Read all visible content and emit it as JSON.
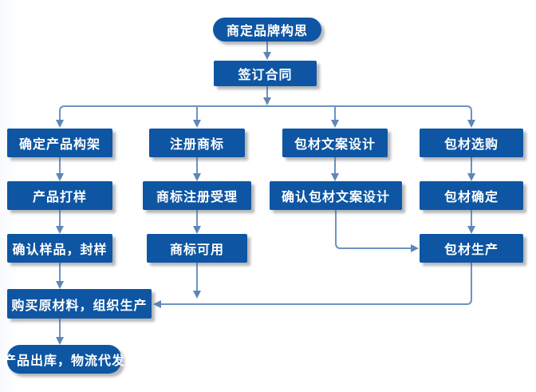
{
  "diagram": {
    "background_color": "#ffffff",
    "node_fill_color": "#0e56a3",
    "node_text_color": "#ffffff",
    "connector_color": "#6d92c2",
    "arrowhead_color": "#5e86b8",
    "nodes": [
      {
        "id": "brand-concept",
        "label": "商定品牌构思",
        "shape": "rounded"
      },
      {
        "id": "sign-contract",
        "label": "签订合同",
        "shape": "rect"
      },
      {
        "id": "product-framework",
        "label": "确定产品构架",
        "shape": "rect"
      },
      {
        "id": "register-trademark",
        "label": "注册商标",
        "shape": "rect"
      },
      {
        "id": "packaging-copy-design",
        "label": "包材文案设计",
        "shape": "rect"
      },
      {
        "id": "packaging-purchase",
        "label": "包材选购",
        "shape": "rect"
      },
      {
        "id": "product-sample",
        "label": "产品打样",
        "shape": "rect"
      },
      {
        "id": "trademark-acceptance",
        "label": "商标注册受理",
        "shape": "rect"
      },
      {
        "id": "confirm-packaging-copy",
        "label": "确认包材文案设计",
        "shape": "rect"
      },
      {
        "id": "packaging-confirm",
        "label": "包材确定",
        "shape": "rect"
      },
      {
        "id": "confirm-sample",
        "label": "确认样品，封样",
        "shape": "rect"
      },
      {
        "id": "trademark-available",
        "label": "商标可用",
        "shape": "rect"
      },
      {
        "id": "packaging-production",
        "label": "包材生产",
        "shape": "rect"
      },
      {
        "id": "purchase-materials",
        "label": "购买原材料，组织生产",
        "shape": "rect"
      },
      {
        "id": "product-shipment",
        "label": "产品出库，物流代发",
        "shape": "rounded"
      }
    ],
    "edges": [
      {
        "from": "brand-concept",
        "to": "sign-contract"
      },
      {
        "from": "sign-contract",
        "to": "product-framework"
      },
      {
        "from": "sign-contract",
        "to": "register-trademark"
      },
      {
        "from": "sign-contract",
        "to": "packaging-copy-design"
      },
      {
        "from": "sign-contract",
        "to": "packaging-purchase"
      },
      {
        "from": "product-framework",
        "to": "product-sample"
      },
      {
        "from": "product-sample",
        "to": "confirm-sample"
      },
      {
        "from": "confirm-sample",
        "to": "purchase-materials"
      },
      {
        "from": "purchase-materials",
        "to": "product-shipment"
      },
      {
        "from": "register-trademark",
        "to": "trademark-acceptance"
      },
      {
        "from": "trademark-acceptance",
        "to": "trademark-available"
      },
      {
        "from": "trademark-available",
        "to": "purchase-materials"
      },
      {
        "from": "packaging-copy-design",
        "to": "confirm-packaging-copy"
      },
      {
        "from": "confirm-packaging-copy",
        "to": "packaging-production"
      },
      {
        "from": "packaging-purchase",
        "to": "packaging-confirm"
      },
      {
        "from": "packaging-confirm",
        "to": "packaging-production"
      },
      {
        "from": "packaging-production",
        "to": "purchase-materials"
      }
    ]
  }
}
